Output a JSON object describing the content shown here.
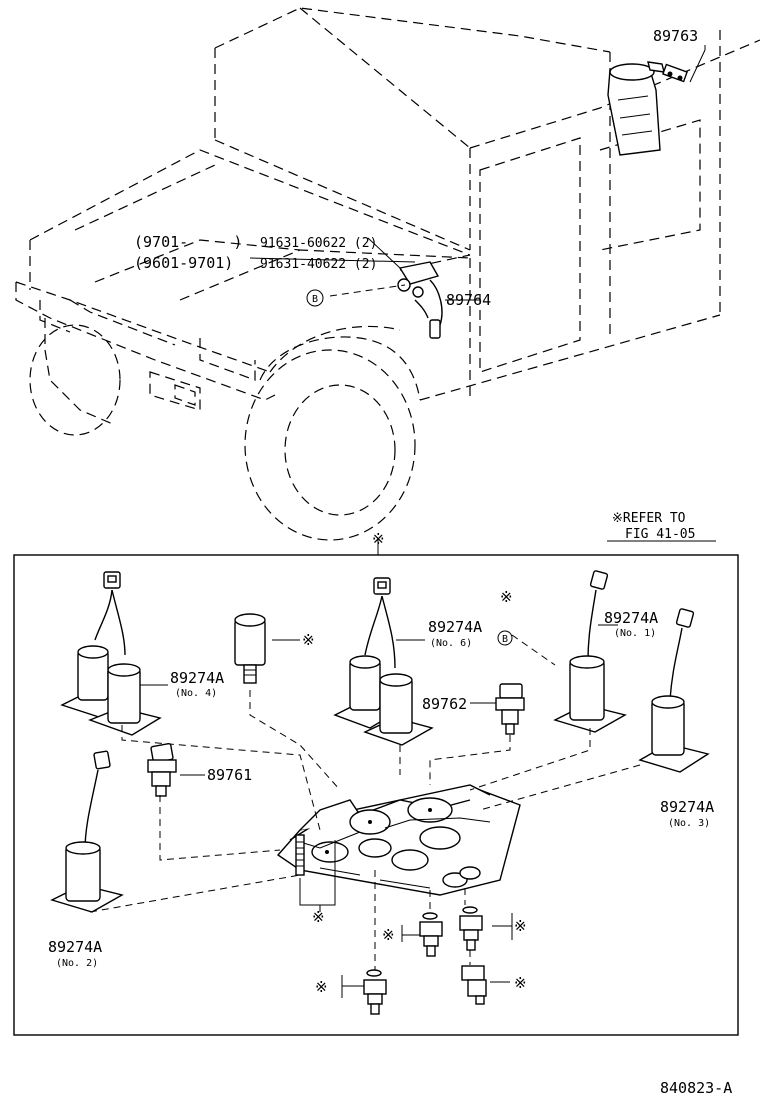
{
  "figure_code": "840823-A",
  "refer": {
    "line1": "※REFER TO",
    "line2": "FIG 41-05"
  },
  "mark": "※",
  "circle_mark": "B",
  "labels": {
    "p89763": "89763",
    "p89764": "89764",
    "p89762": "89762",
    "p89761": "89761",
    "date1": "(9701-     )",
    "date2": "(9601-9701)",
    "bolt1": "91631-60622 (2)",
    "bolt2": "91631-40622 (2)",
    "sol6": "89274A",
    "sol6_no": "(No. 6)",
    "sol1": "89274A",
    "sol1_no": "(No. 1)",
    "sol4": "89274A",
    "sol4_no": "(No. 4)",
    "sol3": "89274A",
    "sol3_no": "(No. 3)",
    "sol2": "89274A",
    "sol2_no": "(No. 2)"
  }
}
